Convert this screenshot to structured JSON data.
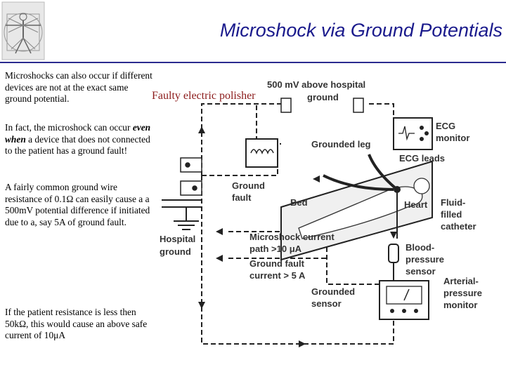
{
  "title": "Microshock via Ground Potentials",
  "paragraphs": {
    "p1": "Microshocks can also occur if different devices are not at the exact same ground potential.",
    "p2_before": "In fact, the microshock can occur ",
    "p2_em": "even when",
    "p2_after": " a device that does not connected to the patient has a ground fault!",
    "p3": "A fairly common ground wire resistance of 0.1Ω can easily cause a a 500mV potential difference if initiated due to a, say 5A of ground fault.",
    "p4": "If the patient resistance is less then 50kΩ, this would cause an above safe current of 10μA"
  },
  "overlay_label": "Faulty electric polisher",
  "diagram": {
    "above_ground": [
      "500 mV above hospital",
      "ground"
    ],
    "ecg": [
      "ECG",
      "monitor"
    ],
    "grounded_leg": "Grounded leg",
    "ecg_leads": "ECG leads",
    "ground_fault": [
      "Ground",
      "fault"
    ],
    "bed": "Bed",
    "heart": "Heart",
    "catheter": [
      "Fluid-",
      "filled",
      "catheter"
    ],
    "hospital_ground": [
      "Hospital",
      "ground"
    ],
    "microshock_path": [
      "Microshock current",
      "path >10 μA"
    ],
    "ground_fault_current": [
      "Ground fault",
      "current > 5 A"
    ],
    "bp_sensor": [
      "Blood-",
      "pressure",
      "sensor"
    ],
    "grounded_sensor": [
      "Grounded",
      "sensor"
    ],
    "arterial": [
      "Arterial-",
      "pressure",
      "monitor"
    ]
  },
  "colors": {
    "title": "#1a1a8c",
    "overlay": "#8b1a1a"
  }
}
